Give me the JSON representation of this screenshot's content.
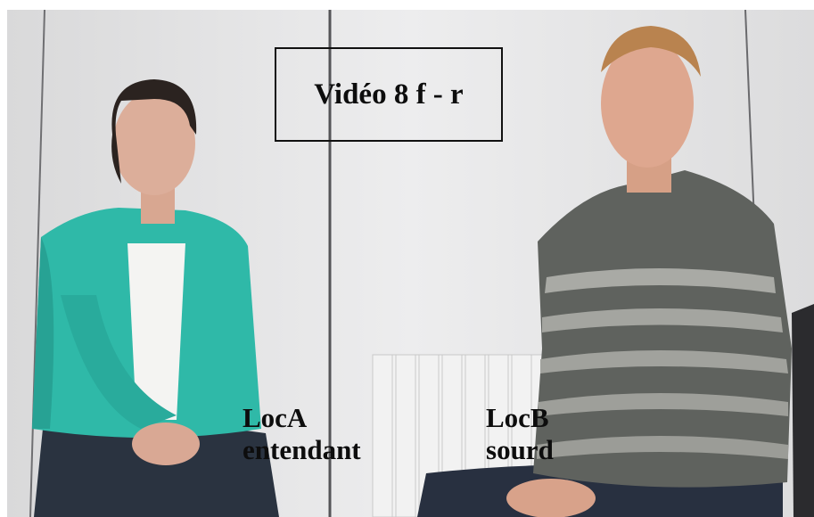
{
  "title": "Vidéo 8 f - r",
  "labels": {
    "left": {
      "name": "LocA",
      "role": "entendant"
    },
    "right": {
      "name": "LocB",
      "role": "sourd"
    }
  },
  "colors": {
    "wall": "#e9e9ea",
    "cardigan": "#2fb9a8",
    "polo": "#5f625e",
    "jeans": "#2a3340",
    "skin": "#d7a58f"
  }
}
